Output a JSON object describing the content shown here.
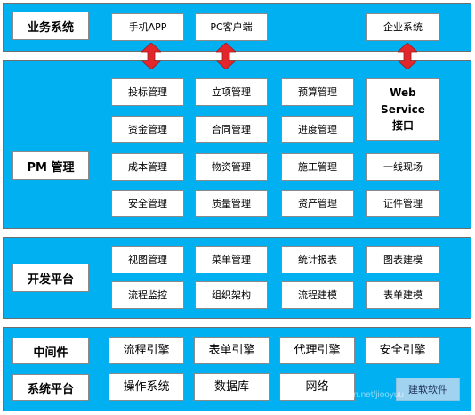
{
  "business": {
    "label": "业务系统",
    "items": [
      "手机APP",
      "PC客户端",
      "企业系统"
    ]
  },
  "pm": {
    "label": "PM 管理",
    "items": [
      "投标管理",
      "立项管理",
      "预算管理",
      "资金管理",
      "合同管理",
      "进度管理",
      "成本管理",
      "物资管理",
      "施工管理",
      "一线现场",
      "安全管理",
      "质量管理",
      "资产管理",
      "证件管理"
    ],
    "web_service": [
      "Web",
      "Service",
      "接口"
    ]
  },
  "dev": {
    "label": "开发平台",
    "items": [
      "视图管理",
      "菜单管理",
      "统计报表",
      "图表建模",
      "流程监控",
      "组织架构",
      "流程建模",
      "表单建模"
    ]
  },
  "middleware": {
    "label": "中间件",
    "items": [
      "流程引擎",
      "表单引擎",
      "代理引擎",
      "安全引擎"
    ]
  },
  "system": {
    "label": "系统平台",
    "items": [
      "操作系统",
      "数据库",
      "网络"
    ]
  },
  "brand": "建软软件",
  "watermark": "https://blog.csdn.net/jiooyuu",
  "colors": {
    "layer": "#00b0f0",
    "arrow": "#e3262b",
    "box": "#ffffff"
  }
}
